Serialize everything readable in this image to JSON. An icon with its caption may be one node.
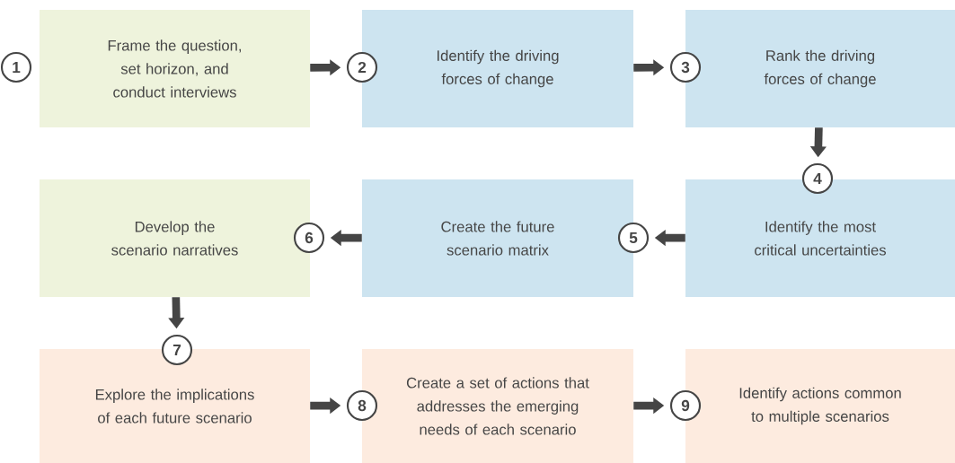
{
  "diagram": {
    "nodes": [
      {
        "text": [
          "1"
        ]
      },
      {
        "text": [
          "Frame the question, set horizon, and conduct interviews"
        ]
      },
      {
        "text": [
          "2"
        ]
      },
      {
        "text": [
          "Identify the driving forces of change"
        ]
      },
      {
        "text": [
          "3"
        ]
      },
      {
        "text": [
          "Rank the driving forces of change"
        ]
      },
      {
        "text": [
          "4"
        ]
      },
      {
        "text": [
          "Identify the most critical uncertainties"
        ]
      },
      {
        "text": [
          "5"
        ]
      },
      {
        "text": [
          "Create the future scenario matrix"
        ]
      },
      {
        "text": [
          "6"
        ]
      },
      {
        "text": [
          "Develop the scenario narratives"
        ]
      },
      {
        "text": [
          "7"
        ]
      },
      {
        "text": [
          "Explore the implications of each future scenario"
        ]
      },
      {
        "text": [
          "8"
        ]
      },
      {
        "text": [
          "Create a set of actions that addresses the emerging needs of each scenario"
        ]
      },
      {
        "text": [
          "9"
        ]
      },
      {
        "text": [
          "Identify actions common to multiple scenarios"
        ]
      }
    ],
    "edges": [
      {
        "from": 1,
        "to": 2,
        "arrow": "to"
      },
      {
        "from": 3,
        "to": 4,
        "arrow": "to"
      },
      {
        "from": 5,
        "to": 6,
        "arrow": "to"
      },
      {
        "from": 7,
        "to": 8,
        "arrow": "to"
      },
      {
        "from": 9,
        "to": 10,
        "arrow": "to"
      },
      {
        "from": 11,
        "to": 12,
        "arrow": "to"
      },
      {
        "from": 13,
        "to": 14,
        "arrow": "to"
      },
      {
        "from": 15,
        "to": 16,
        "arrow": "to"
      }
    ]
  }
}
